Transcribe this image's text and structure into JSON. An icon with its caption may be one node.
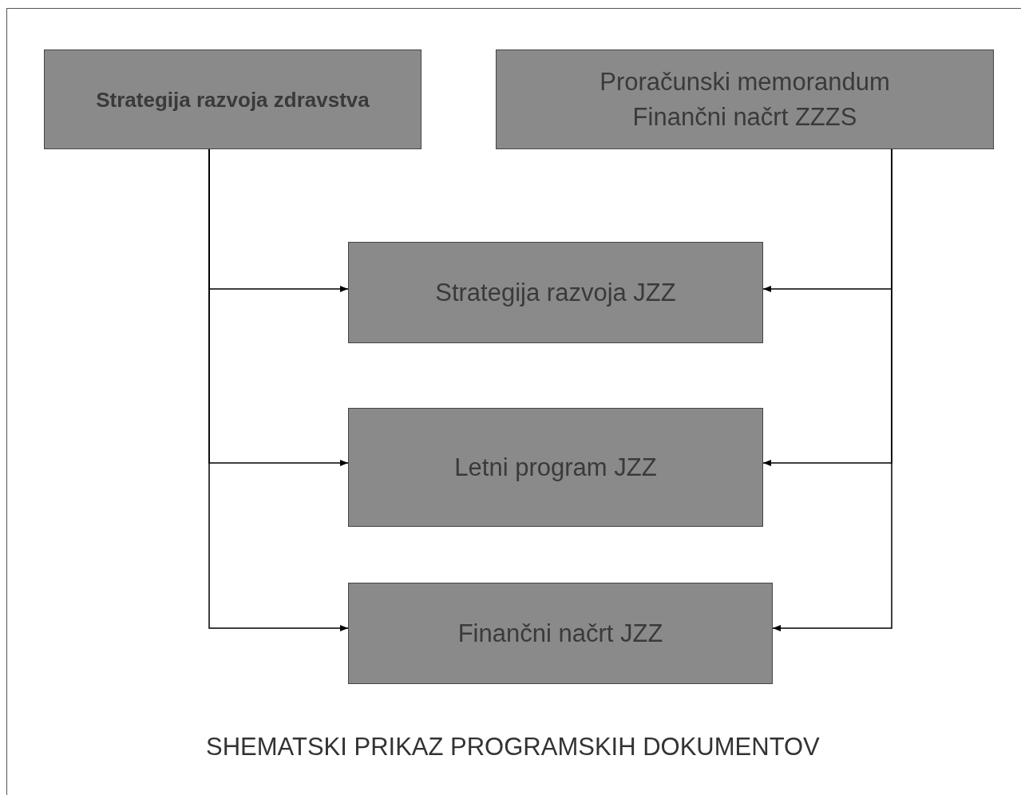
{
  "diagram": {
    "caption": "SHEMATSKI PRIKAZ PROGRAMSKIH DOKUMENTOV",
    "nodes": [
      {
        "text": [
          "Strategija razvoja zdravstva"
        ]
      },
      {
        "text": [
          "Proračunski memorandum",
          "Finančni načrt ZZZS"
        ]
      },
      {
        "text": [
          "Strategija razvoja JZZ"
        ]
      },
      {
        "text": [
          "Letni program JZZ"
        ]
      },
      {
        "text": [
          "Finančni načrt JZZ"
        ]
      }
    ],
    "edges": [
      {
        "from": 0,
        "to": 2,
        "arrow": "to"
      },
      {
        "from": 0,
        "to": 3,
        "arrow": "to"
      },
      {
        "from": 0,
        "to": 4,
        "arrow": "to"
      },
      {
        "from": 1,
        "to": 2,
        "arrow": "to"
      },
      {
        "from": 1,
        "to": 3,
        "arrow": "to"
      },
      {
        "from": 1,
        "to": 4,
        "arrow": "to"
      }
    ]
  }
}
